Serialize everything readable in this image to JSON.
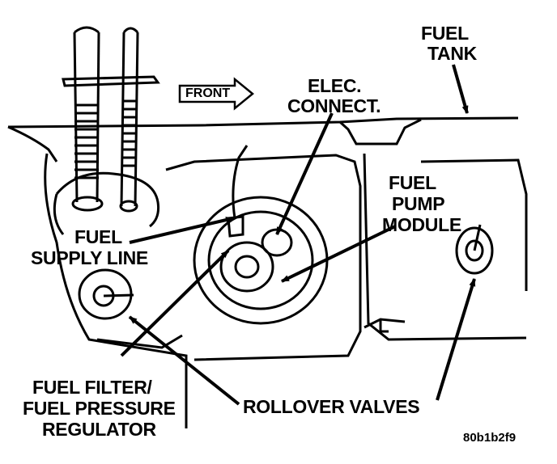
{
  "labels": {
    "fuel_tank_1": "FUEL",
    "fuel_tank_2": "TANK",
    "elec_connect_1": "ELEC.",
    "elec_connect_2": "CONNECT.",
    "front": "FRONT",
    "fuel_pump_module_1": "FUEL",
    "fuel_pump_module_2": "PUMP",
    "fuel_pump_module_3": "MODULE",
    "fuel_supply_line_1": "FUEL",
    "fuel_supply_line_2": "SUPPLY LINE",
    "fuel_filter_1": "FUEL FILTER/",
    "fuel_filter_2": "FUEL PRESSURE",
    "fuel_filter_3": "REGULATOR",
    "rollover_valves": "ROLLOVER VALVES",
    "figure_id": "80b1b2f9"
  },
  "colors": {
    "ink": "#000000",
    "paper": "#ffffff"
  }
}
